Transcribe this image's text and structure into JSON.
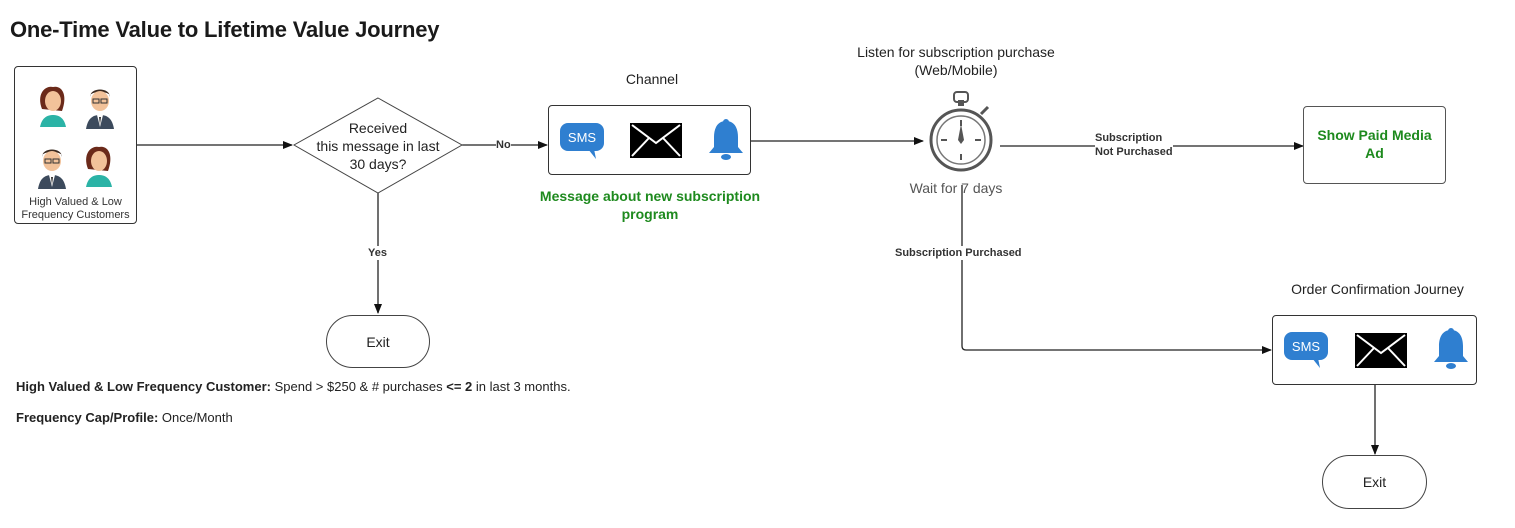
{
  "title": "One-Time Value to Lifetime Value Journey",
  "audience": {
    "label_line1": "High Valued & Low",
    "label_line2": "Frequency Customers"
  },
  "decision": {
    "line1": "Received",
    "line2": "this message in last",
    "line3": "30 days?"
  },
  "edges": {
    "no": "No",
    "yes": "Yes"
  },
  "channel": {
    "heading": "Channel",
    "sms": "SMS",
    "caption_line1": "Message about new subscription",
    "caption_line2": "program"
  },
  "listen": {
    "line1": "Listen for subscription purchase",
    "line2": "(Web/Mobile)",
    "wait": "Wait for 7 days"
  },
  "branches": {
    "not_purchased_line1": "Subscription",
    "not_purchased_line2": "Not Purchased",
    "purchased": "Subscription Purchased"
  },
  "paid_media": {
    "line1": "Show Paid Media",
    "line2": "Ad"
  },
  "order": {
    "heading": "Order Confirmation Journey",
    "sms": "SMS"
  },
  "exits": {
    "exit1": "Exit",
    "exit2": "Exit"
  },
  "notes": {
    "def_label": "High Valued & Low Frequency Customer:",
    "def_text1": " Spend > $250 & # purchases ",
    "def_op": "<= 2",
    "def_text2": " in last 3 months.",
    "cap_label": "Frequency Cap/Profile:",
    "cap_text": " Once/Month"
  },
  "colors": {
    "accent_green": "#1e8a1e",
    "sms_blue": "#2f7fd0",
    "bell_blue": "#2f7fd0"
  },
  "icons": [
    "person-female-icon",
    "person-male-icon",
    "sms-icon",
    "envelope-icon",
    "bell-icon",
    "stopwatch-icon"
  ]
}
